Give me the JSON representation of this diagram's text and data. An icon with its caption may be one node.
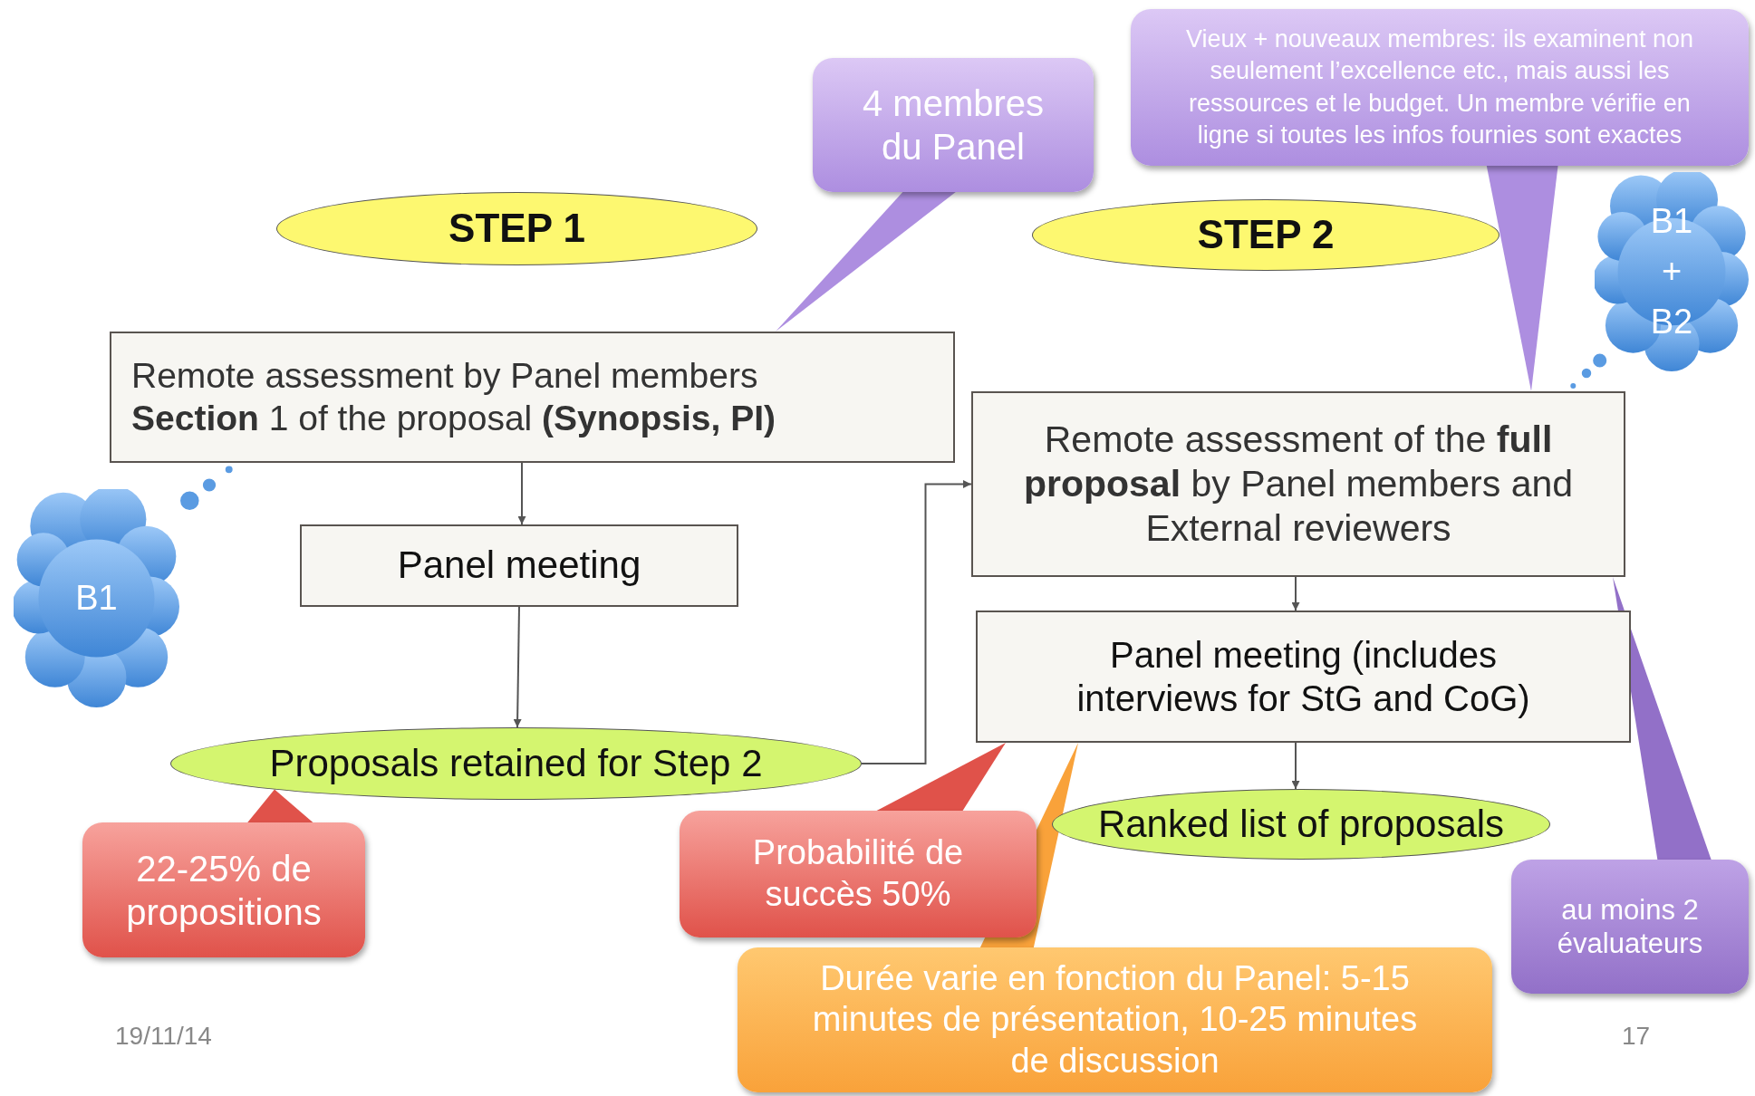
{
  "diagram": {
    "nodes": [
      {
        "text": [
          "4 membres du Panel"
        ]
      },
      {
        "text": [
          "Vieux + nouveaux membres: ils examinent non seulement l’excellence etc., mais aussi les ressources et le budget. Un membre vérifie en ligne si toutes les infos fournies sont exactes"
        ]
      },
      {
        "text": [
          "STEP 1"
        ]
      },
      {
        "text": [
          "STEP 2"
        ]
      },
      {
        "text": [
          "B1 + B2"
        ]
      },
      {
        "text": [
          "Remote assessment by Panel members",
          "**Section** 1 of the proposal **(Synopsis, PI)**"
        ]
      },
      {
        "text": [
          "Remote assessment of the **full proposal** by Panel members and External reviewers"
        ]
      },
      {
        "text": [
          "B1"
        ]
      },
      {
        "text": [
          "Panel meeting"
        ]
      },
      {
        "text": [
          "Panel meeting (includes interviews for StG and CoG)"
        ]
      },
      {
        "text": [
          "Proposals retained for Step 2"
        ]
      },
      {
        "text": [
          "Ranked list of proposals"
        ]
      },
      {
        "text": [
          "22-25% de propositions"
        ]
      },
      {
        "text": [
          "Probabilité de succès 50%"
        ]
      },
      {
        "text": [
          "au moins 2 évaluateurs"
        ]
      },
      {
        "text": [
          "Durée varie en fonction du Panel: 5-15 minutes de présentation, 10-25 minutes de discussion"
        ]
      }
    ],
    "edges": [
      {
        "from": 5,
        "to": 8,
        "arrow": "to"
      },
      {
        "from": 8,
        "to": 10,
        "arrow": "to"
      },
      {
        "from": 10,
        "to": 6,
        "arrow": "to"
      },
      {
        "from": 6,
        "to": 9,
        "arrow": "to"
      },
      {
        "from": 9,
        "to": 11,
        "arrow": "to"
      },
      {
        "from": 0,
        "to": 5,
        "arrow": "none"
      },
      {
        "from": 1,
        "to": 6,
        "arrow": "none"
      },
      {
        "from": 4,
        "to": 6,
        "arrow": "none"
      },
      {
        "from": 7,
        "to": 5,
        "arrow": "none"
      },
      {
        "from": 12,
        "to": 10,
        "arrow": "none"
      },
      {
        "from": 13,
        "to": 9,
        "arrow": "none"
      },
      {
        "from": 15,
        "to": 9,
        "arrow": "none"
      },
      {
        "from": 14,
        "to": 6,
        "arrow": "none"
      }
    ],
    "labels": [
      "19/11/14",
      "17"
    ]
  }
}
